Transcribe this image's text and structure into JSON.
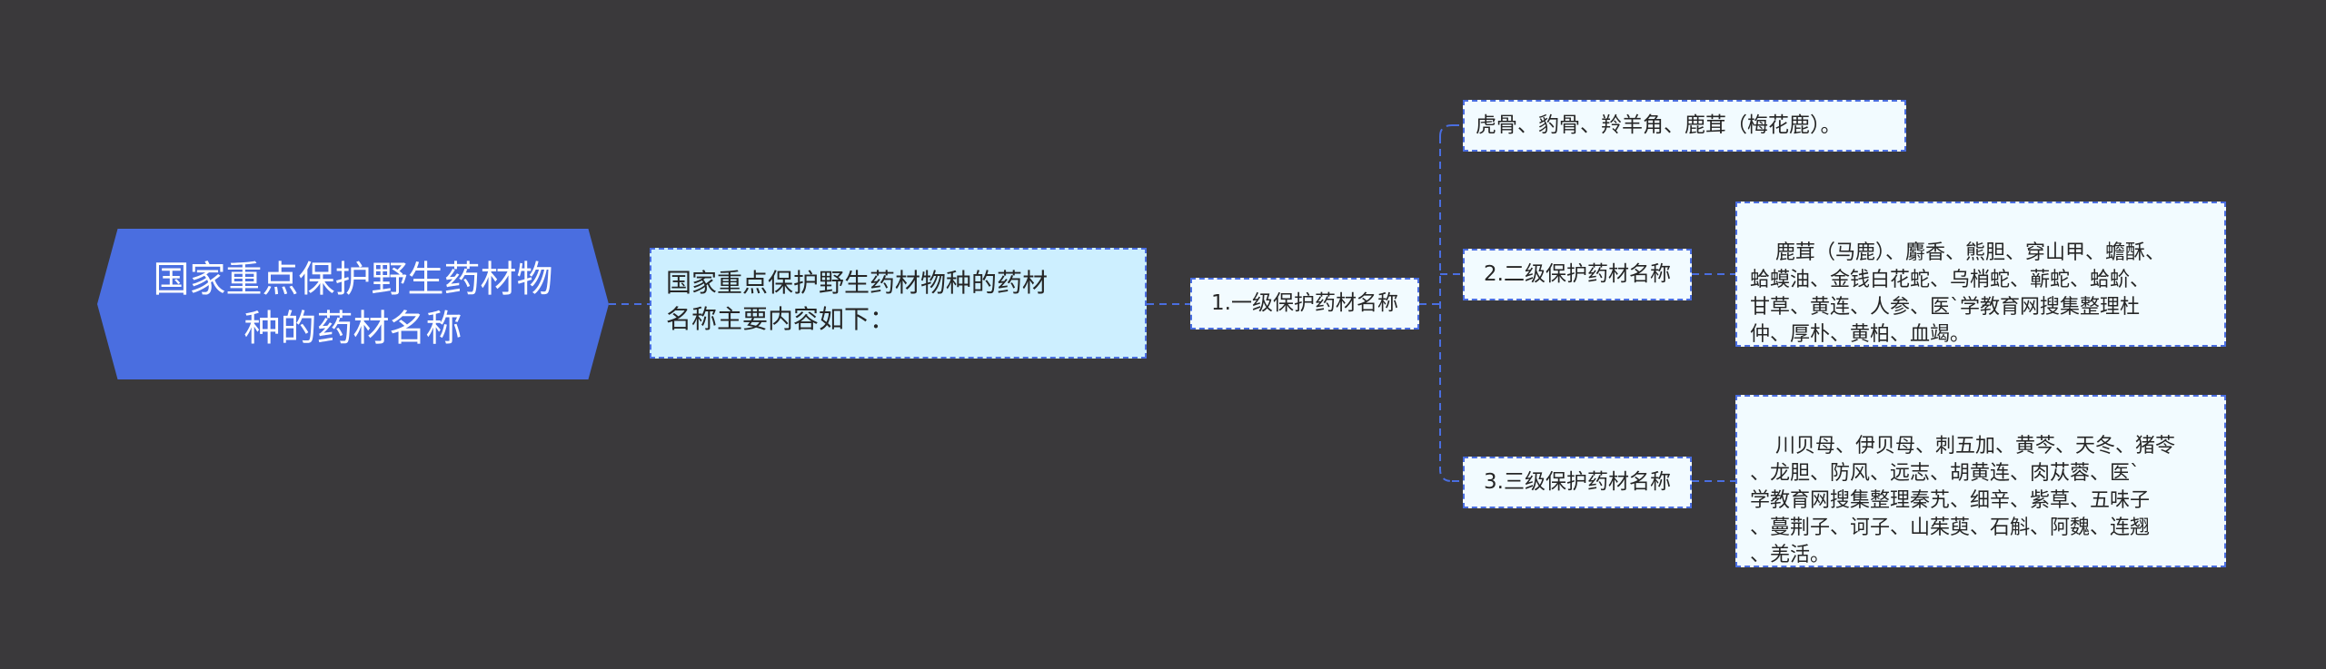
{
  "root": {
    "line1": "国家重点保护野生药材物",
    "line2": "种的药材名称"
  },
  "summary": {
    "line1": "国家重点保护野生药材物种的药材",
    "line2": "名称主要内容如下："
  },
  "level1": {
    "label": "1.一级保护药材名称"
  },
  "categories": [
    {
      "label": "虎骨、豹骨、羚羊角、鹿茸（梅花鹿）。"
    },
    {
      "label": "2.二级保护药材名称",
      "detail": "鹿茸（马鹿）、麝香、熊胆、穿山甲、蟾酥、\n蛤蟆油、金钱白花蛇、乌梢蛇、蕲蛇、蛤蚧、\n甘草、黄连、人参、医`学教育网搜集整理杜\n仲、厚朴、黄柏、血竭。"
    },
    {
      "label": "3.三级保护药材名称",
      "detail": "川贝母、伊贝母、刺五加、黄芩、天冬、猪苓\n、龙胆、防风、远志、胡黄连、肉苁蓉、医`\n学教育网搜集整理秦艽、细辛、紫草、五味子\n、蔓荆子、诃子、山茱萸、石斛、阿魏、连翘\n、羌活。"
    }
  ],
  "colors": {
    "background": "#3a393b",
    "root_fill": "#4a6ee0",
    "summary_fill": "#cdefff",
    "box_fill": "#f2fbff",
    "connector": "#4a6ee0"
  }
}
